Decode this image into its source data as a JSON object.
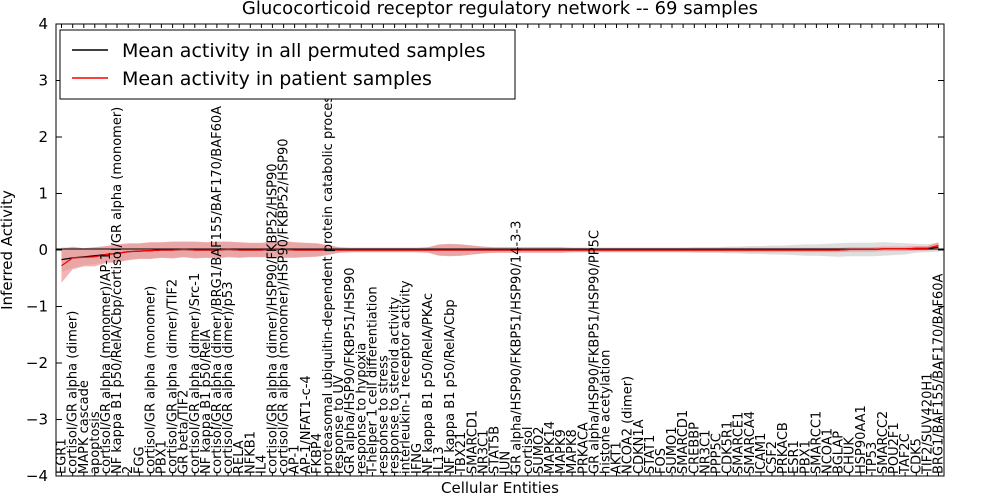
{
  "chart_data": {
    "type": "line",
    "title": "Glucocorticoid receptor regulatory network -- 69 samples",
    "xlabel": "Cellular Entities",
    "ylabel": "Inferred Activity",
    "ylim": [
      -4,
      4
    ],
    "yticks": [
      "4",
      "3",
      "2",
      "1",
      "0",
      "−1",
      "−2",
      "−3",
      "−4"
    ],
    "grid": false,
    "legend_position": "top-left",
    "categories": [
      "EGR1",
      "cortisol/GR alpha (dimer)",
      "MAPK cascade",
      "apoptosis",
      "cortisol/GR alpha (monomer)/AP-1",
      "NF kappa B1 p50/RelA/Cbp/cortisol/GR alpha (monomer)",
      "2",
      "FGG",
      "cortisol/GR alpha (monomer)",
      "PBX1",
      "cortisol/GR alpha (dimer)/TIF2",
      "GR beta/TIF2",
      "cortisol/GR alpha (dimer)/Src-1",
      "NF kappa B1 p50/RelA",
      "cortisol/GR alpha (dimer)/BRG1/BAF155/BAF170/BAF60A",
      "cortisol/GR alpha (dimer)/p53",
      "RELA",
      "NFKB1",
      "IL4",
      "cortisol/GR alpha (dimer)/HSP90/FKBP52/HSP90",
      "cortisol/GR alpha (monomer)/HSP90/FKBP52/HSP90",
      "AP-1",
      "AP-1/NFAT1-c-4",
      "FKBP4",
      "proteasomal ubiquitin-dependent protein catabolic process",
      "response to UV",
      "GR alpha/HSP90/FKBP51/HSP90",
      "response to hypoxia",
      "T-helper 1 cell differentiation",
      "response to stress",
      "response to steroid activity",
      "interleukin-1 receptor activity",
      "IFNG",
      "NF kappa B1 p50/RelA/PKAc",
      "IL13",
      "NF kappa B1 p50/RelA/Cbp",
      "TBX21",
      "SMARCD1",
      "NR3C1",
      "STAT5B",
      "JUN",
      "GR alpha/HSP90/FKBP51/HSP90/14-3-3",
      "cortisol",
      "SUMO2",
      "MAPK14",
      "MAPK9",
      "MAPK8",
      "PRKACA",
      "GR alpha/HSP90/FKBP51/HSP90/PP5C",
      "histone acetylation",
      "AKT1",
      "NCOA2 (dimer)",
      "CDKN1A",
      "STAT1",
      "FOS",
      "SUMO1",
      "SMARCD1",
      "CREBBP",
      "NR3C1",
      "PPP5C",
      "CDK5R1",
      "SMARCE1",
      "SMARCA4",
      "ICAM1",
      "CSF2",
      "PRKACB",
      "ESR1",
      "PBX1",
      "SMARCC1",
      "NCOA1",
      "BGLAP",
      "CHUK",
      "HSP90AA1",
      "TP53",
      "SMARCC2",
      "POU2F1",
      "TAF2C",
      "CDK5",
      "TIF2/SUV420H1",
      "BRG1/BAF155/BAF170/BAF60A"
    ],
    "series": [
      {
        "name": "Mean activity in all permuted samples",
        "color": "#000000",
        "values": [
          -0.17,
          -0.14,
          -0.12,
          -0.1,
          -0.08,
          -0.06,
          -0.03,
          -0.02,
          -0.01,
          0,
          0,
          0.01,
          0,
          0,
          0,
          0.01,
          0,
          0,
          0,
          0.01,
          0.01,
          0,
          0,
          0,
          0,
          0,
          0,
          0,
          0,
          0,
          0,
          0,
          0,
          0,
          0,
          0,
          0,
          0,
          0,
          0,
          0,
          0,
          0,
          0,
          0,
          0,
          0,
          0,
          0,
          0,
          0,
          0,
          0,
          0,
          0,
          0,
          0,
          0,
          0,
          0,
          0,
          0,
          0,
          0,
          0,
          0,
          0,
          0,
          0,
          0,
          0,
          0.01,
          0.01,
          0.01,
          0.02,
          0.02,
          0.02,
          0.03,
          0.03,
          0.05
        ]
      },
      {
        "name": "Mean activity in patient samples",
        "color": "#ff0000",
        "values": [
          -0.28,
          -0.14,
          -0.13,
          -0.12,
          -0.08,
          -0.06,
          -0.03,
          -0.02,
          -0.01,
          0,
          0,
          0.01,
          0,
          0,
          0,
          0.01,
          0,
          0,
          0,
          0.01,
          0.01,
          0,
          0,
          0,
          0,
          0,
          0,
          0,
          0,
          0,
          0,
          0,
          0,
          0,
          0,
          0,
          0,
          0,
          0,
          0,
          0,
          0,
          0,
          0,
          0,
          0,
          0,
          0,
          0,
          0,
          0,
          0,
          0,
          0,
          0,
          0,
          0,
          0,
          0,
          0,
          0,
          0,
          0,
          0,
          0,
          0,
          0,
          0,
          0,
          0,
          0,
          0.01,
          0.01,
          0.01,
          0.02,
          0.02,
          0.02,
          0.03,
          0.03,
          0.08
        ]
      }
    ],
    "bands": [
      {
        "of": "Mean activity in all permuted samples",
        "color": "#d3d3d3",
        "half_width": [
          0.22,
          0.18,
          0.15,
          0.15,
          0.14,
          0.15,
          0.14,
          0.13,
          0.14,
          0.13,
          0.14,
          0.13,
          0.14,
          0.13,
          0.14,
          0.13,
          0.13,
          0.12,
          0.12,
          0.13,
          0.14,
          0.13,
          0.12,
          0.11,
          0.08,
          0.05,
          0.04,
          0.04,
          0.04,
          0.04,
          0.04,
          0.04,
          0.04,
          0.05,
          0.09,
          0.1,
          0.1,
          0.08,
          0.06,
          0.05,
          0.05,
          0.05,
          0.05,
          0.05,
          0.05,
          0.05,
          0.04,
          0.04,
          0.04,
          0.04,
          0.04,
          0.04,
          0.04,
          0.04,
          0.04,
          0.04,
          0.04,
          0.05,
          0.05,
          0.05,
          0.06,
          0.06,
          0.07,
          0.07,
          0.08,
          0.08,
          0.09,
          0.1,
          0.1,
          0.11,
          0.12,
          0.12,
          0.12,
          0.12,
          0.12,
          0.11,
          0.1,
          0.08,
          0.07,
          0.08
        ]
      },
      {
        "of": "Mean activity in patient samples",
        "color": "#f08080",
        "half_width": [
          0.3,
          0.2,
          0.16,
          0.17,
          0.15,
          0.16,
          0.15,
          0.14,
          0.15,
          0.14,
          0.15,
          0.14,
          0.15,
          0.14,
          0.15,
          0.14,
          0.14,
          0.13,
          0.13,
          0.14,
          0.15,
          0.14,
          0.13,
          0.12,
          0.09,
          0.05,
          0.04,
          0.04,
          0.04,
          0.04,
          0.04,
          0.04,
          0.04,
          0.05,
          0.1,
          0.11,
          0.1,
          0.08,
          0.06,
          0.05,
          0.05,
          0.05,
          0.05,
          0.05,
          0.05,
          0.05,
          0.04,
          0.04,
          0.04,
          0.04,
          0.04,
          0.04,
          0.04,
          0.04,
          0.04,
          0.04,
          0.04,
          0.04,
          0.04,
          0.04,
          0.04,
          0.04,
          0.04,
          0.04,
          0.04,
          0.04,
          0.04,
          0.04,
          0.04,
          0.04,
          0.04,
          0.04,
          0.04,
          0.04,
          0.04,
          0.04,
          0.04,
          0.04,
          0.04,
          0.06
        ]
      }
    ]
  }
}
